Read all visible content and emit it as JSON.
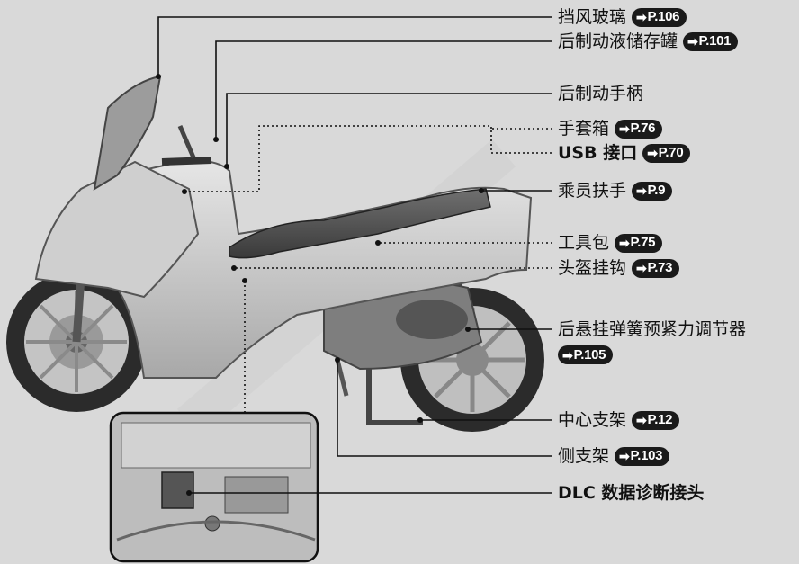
{
  "labels": [
    {
      "id": "windscreen",
      "text": "挡风玻璃",
      "ref": "P.106"
    },
    {
      "id": "rear-brake-reservoir",
      "text": "后制动液储存罐",
      "ref": "P.101"
    },
    {
      "id": "rear-brake-lever",
      "text": "后制动手柄",
      "ref": ""
    },
    {
      "id": "glove-box",
      "text": "手套箱",
      "ref": "P.76"
    },
    {
      "id": "usb-port",
      "text": "USB 接口",
      "ref": "P.70"
    },
    {
      "id": "passenger-handhold",
      "text": "乘员扶手",
      "ref": "P.9"
    },
    {
      "id": "tool-kit",
      "text": "工具包",
      "ref": "P.75"
    },
    {
      "id": "helmet-hook",
      "text": "头盔挂钩",
      "ref": "P.73"
    },
    {
      "id": "rear-suspension-preload",
      "text": "后悬挂弹簧预紧力调节器",
      "ref": ""
    },
    {
      "id": "rear-suspension-preload-ref",
      "text": "",
      "ref": "P.105"
    },
    {
      "id": "center-stand",
      "text": "中心支架",
      "ref": "P.12"
    },
    {
      "id": "side-stand",
      "text": "侧支架",
      "ref": "P.103"
    },
    {
      "id": "dlc-connector",
      "text": "DLC 数据诊断接头",
      "ref": ""
    }
  ],
  "colors": {
    "background": "#d9d9d9",
    "line": "#111111",
    "badge": "#1a1a1a",
    "body": "#bdbdbd",
    "tire": "#2b2b2b"
  }
}
